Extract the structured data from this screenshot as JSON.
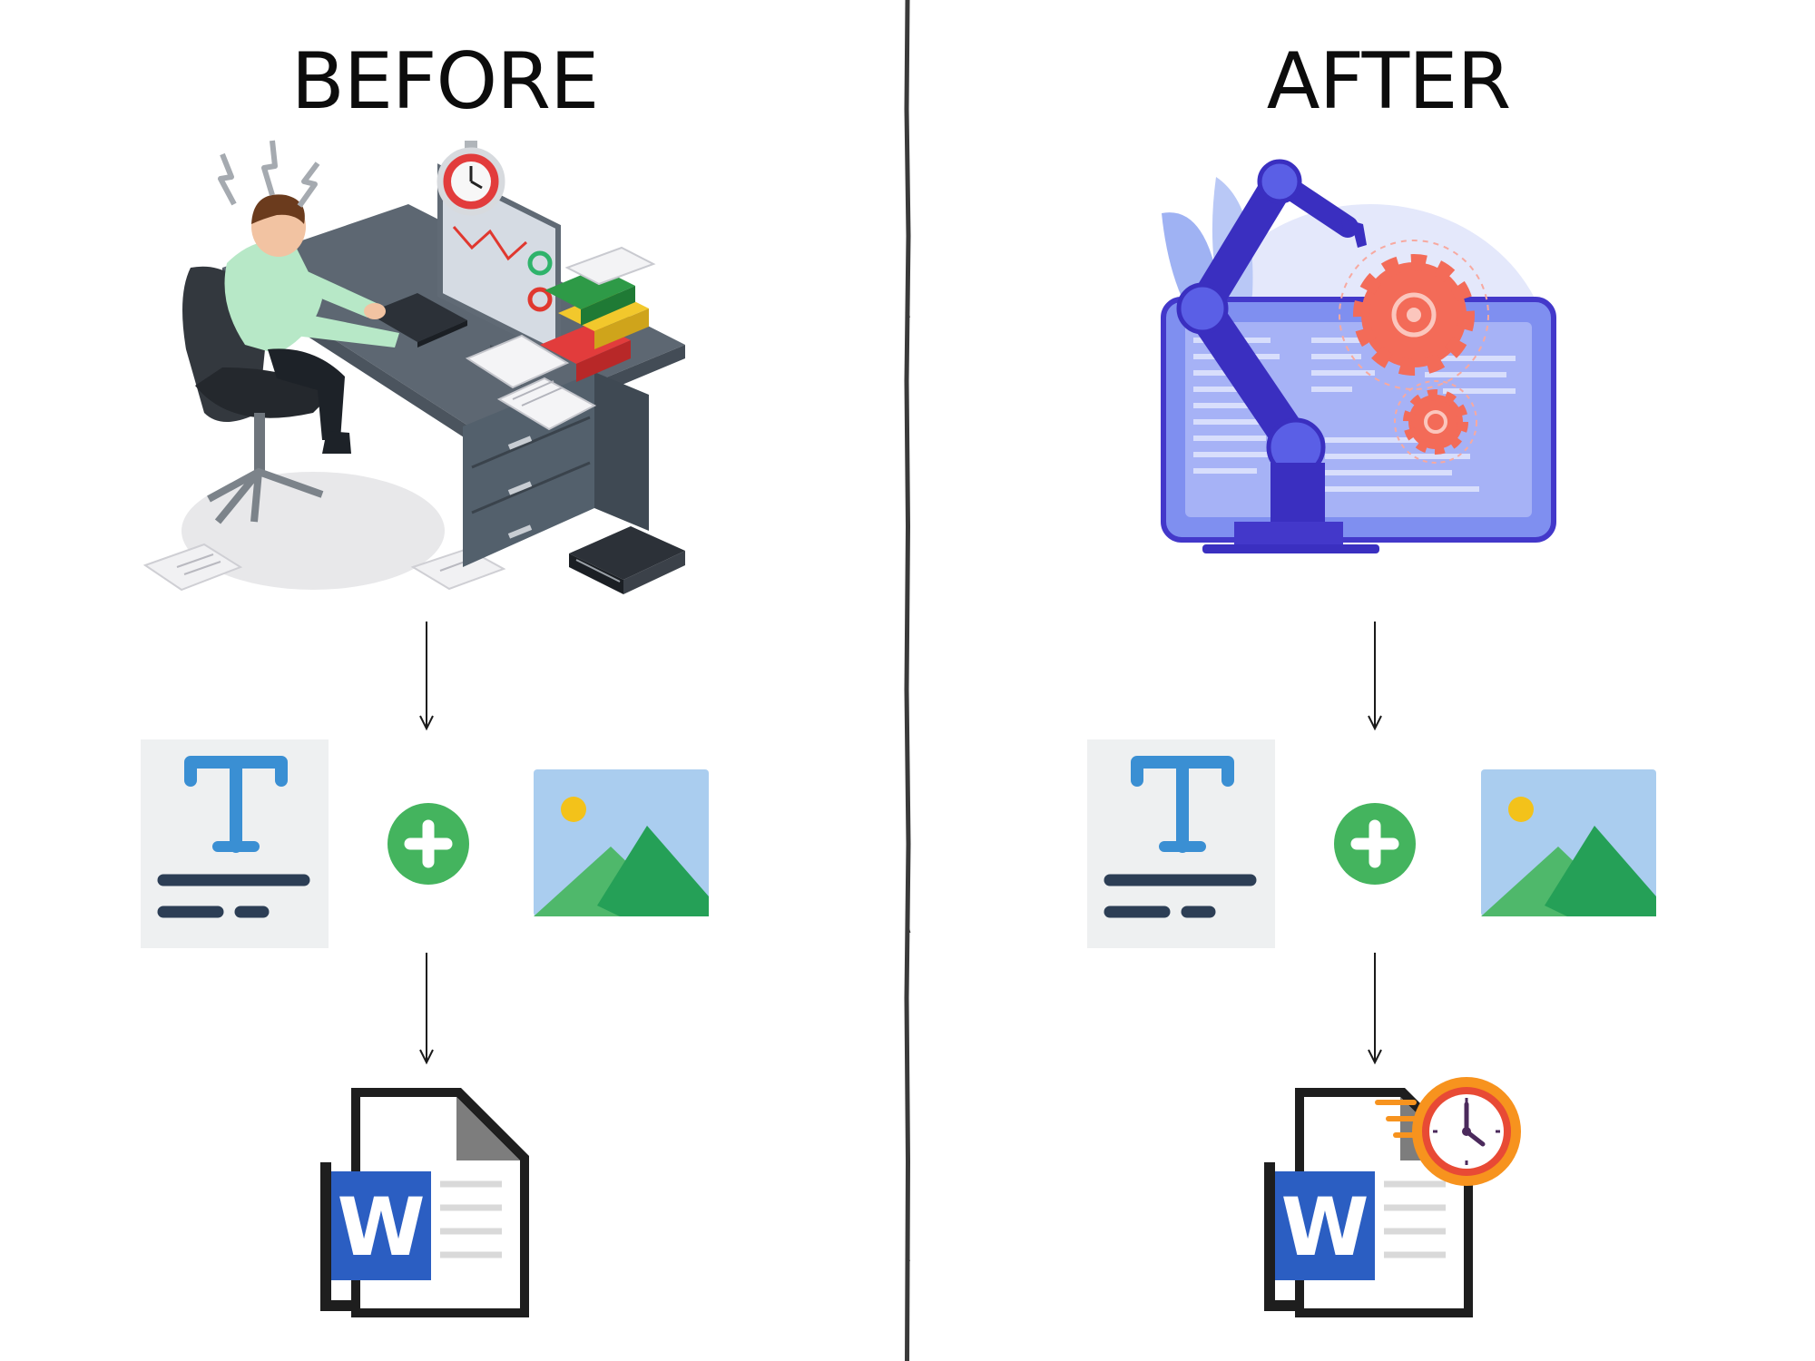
{
  "panels": {
    "before": {
      "title": "BEFORE",
      "scene": "stressed-office-worker-illustration"
    },
    "after": {
      "title": "AFTER",
      "scene": "robot-arm-automation-illustration"
    }
  },
  "flow": {
    "inputs": [
      "text-document-icon",
      "plus-icon",
      "image-icon"
    ],
    "output": "word-document-icon",
    "output_letter": "W"
  },
  "colors": {
    "text_blue": "#3a8fd3",
    "plus_green": "#44b45e",
    "image_sky": "#aacdef",
    "image_sun": "#f3c21a",
    "mountain_light": "#4fb86b",
    "mountain_dark": "#25a057",
    "word_blue": "#2b5ec2",
    "robot_purple": "#3a2fc0",
    "gear_coral": "#f36b58",
    "clock_orange": "#f7931e"
  }
}
